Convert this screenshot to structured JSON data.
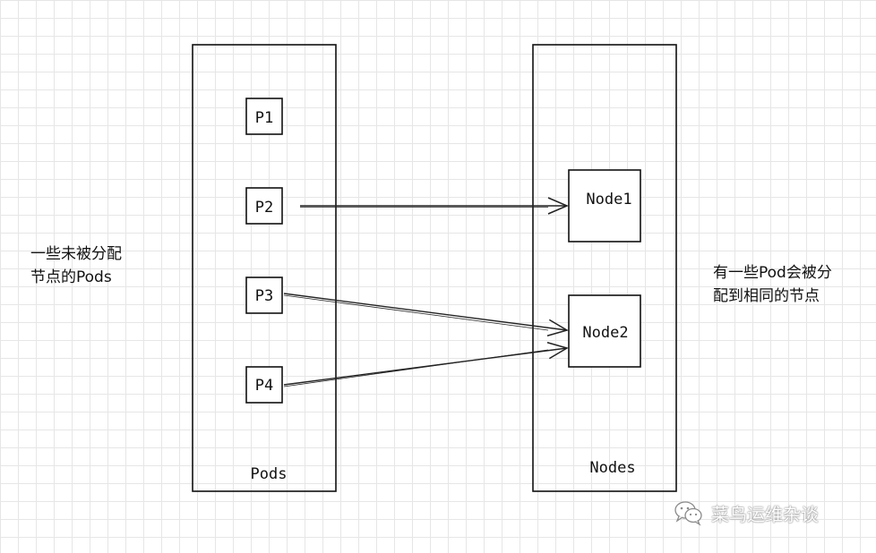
{
  "pods_panel": {
    "label": "Pods",
    "pods": [
      {
        "label": "P1"
      },
      {
        "label": "P2"
      },
      {
        "label": "P3"
      },
      {
        "label": "P4"
      }
    ]
  },
  "nodes_panel": {
    "label": "Nodes",
    "nodes": [
      {
        "label": "Node1"
      },
      {
        "label": "Node2"
      }
    ]
  },
  "assignments": [
    {
      "from": "P2",
      "to": "Node1"
    },
    {
      "from": "P3",
      "to": "Node2"
    },
    {
      "from": "P4",
      "to": "Node2"
    }
  ],
  "left_note": {
    "line1": "一些未被分配",
    "line2": "节点的Pods"
  },
  "right_note": {
    "line1": "有一些Pod会被分",
    "line2": "配到相同的节点"
  },
  "watermark": {
    "text": "菜鸟运维杂谈",
    "icon": "wechat-icon"
  },
  "colors": {
    "stroke": "#111111",
    "grid": "#e6e6e6"
  }
}
